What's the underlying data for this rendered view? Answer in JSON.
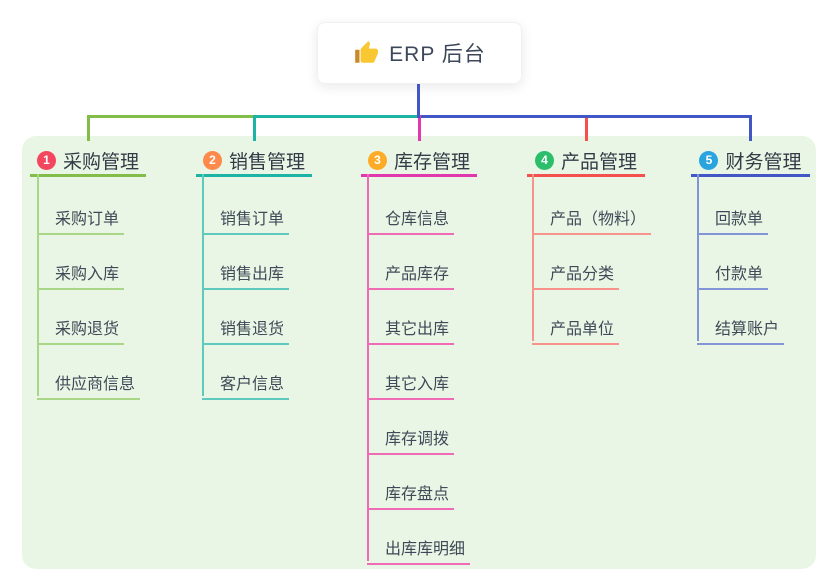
{
  "root": {
    "title": "ERP 后台",
    "icon": "thumbs-up-icon"
  },
  "colors": {
    "panel_bg": "#eaf6e5",
    "root_line": "#4356c5",
    "header_text": "#333b46",
    "child_text": "#3e4a57"
  },
  "branches": [
    {
      "badge": "1",
      "label": "采购管理",
      "badge_color": "#f4465e",
      "line_color": "#82bd49",
      "light_color": "#a9d687",
      "children": [
        "采购订单",
        "采购入库",
        "采购退货",
        "供应商信息"
      ]
    },
    {
      "badge": "2",
      "label": "销售管理",
      "badge_color": "#fd8a4b",
      "line_color": "#1db3a5",
      "light_color": "#5fc9bd",
      "children": [
        "销售订单",
        "销售出库",
        "销售退货",
        "客户信息"
      ]
    },
    {
      "badge": "3",
      "label": "库存管理",
      "badge_color": "#feac27",
      "line_color": "#e238ad",
      "light_color": "#f06ab5",
      "children": [
        "仓库信息",
        "产品库存",
        "其它出库",
        "其它入库",
        "库存调拨",
        "库存盘点",
        "出库库明细"
      ]
    },
    {
      "badge": "4",
      "label": "产品管理",
      "badge_color": "#2dbe6c",
      "line_color": "#f4504e",
      "light_color": "#f8938c",
      "children": [
        "产品（物料）",
        "产品分类",
        "产品单位"
      ]
    },
    {
      "badge": "5",
      "label": "财务管理",
      "badge_color": "#2aa4df",
      "line_color": "#4356c5",
      "light_color": "#8295d6",
      "children": [
        "回款单",
        "付款单",
        "结算账户"
      ]
    }
  ]
}
